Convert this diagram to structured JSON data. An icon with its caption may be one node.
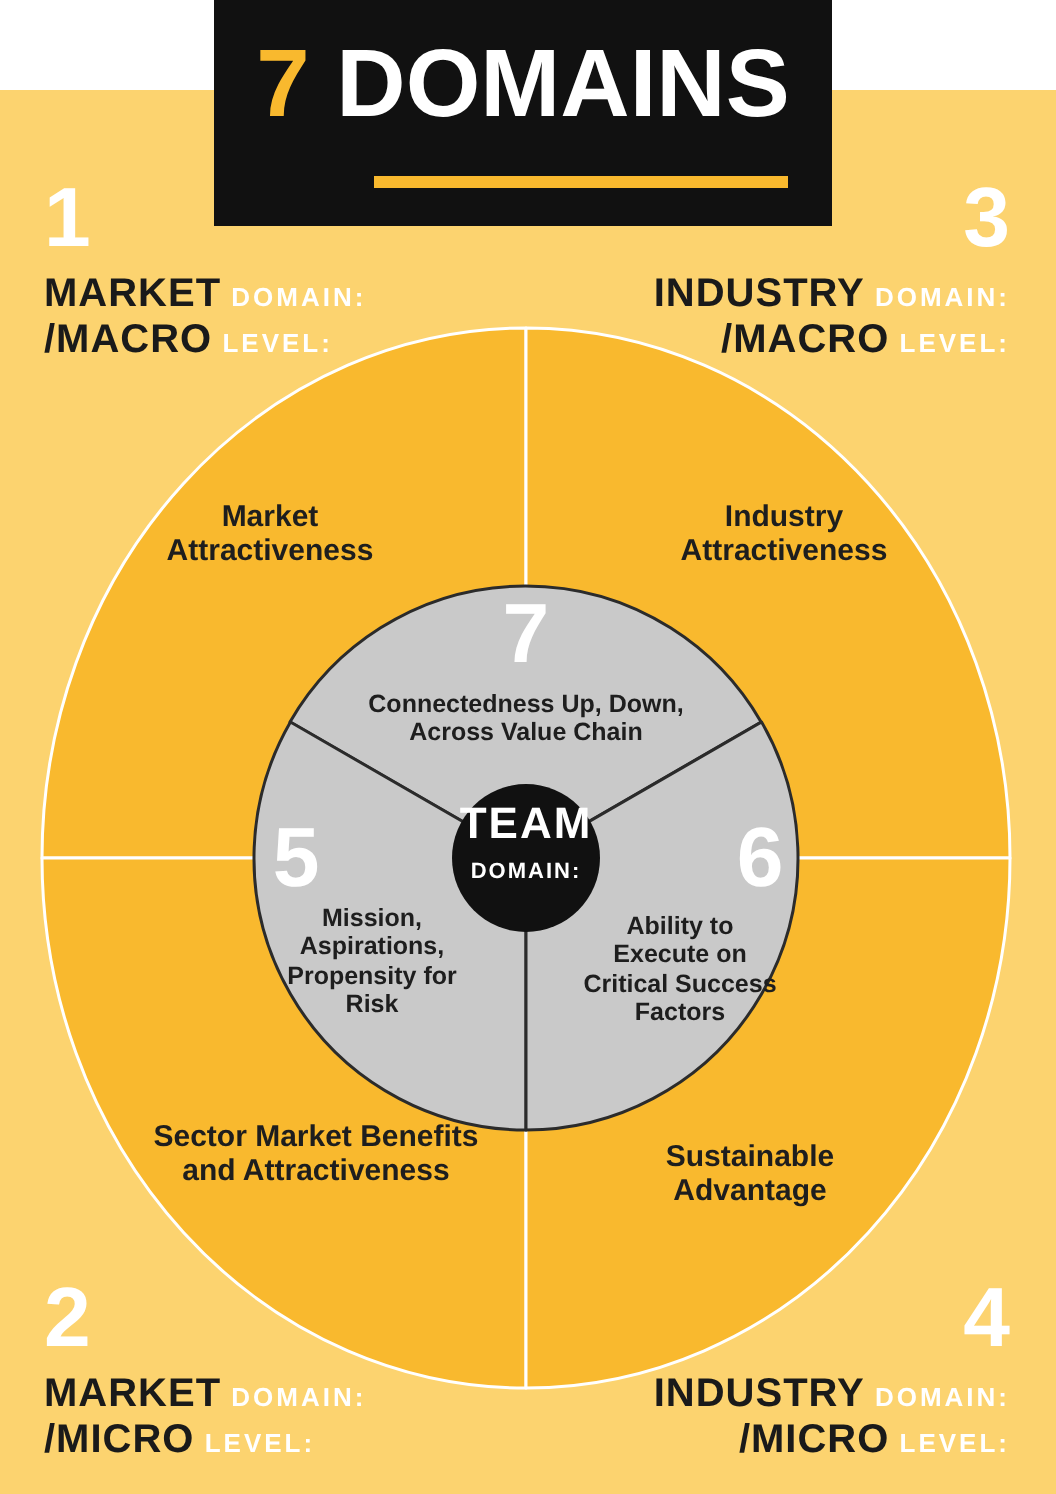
{
  "diagram": {
    "title": "7 DOMAINS",
    "nodes": [
      {
        "text": [
          "Market Attractiveness"
        ]
      },
      {
        "text": [
          "Industry Attractiveness"
        ]
      },
      {
        "text": [
          "Sector Market Benefits and Attractiveness"
        ]
      },
      {
        "text": [
          "Sustainable Advantage"
        ]
      },
      {
        "text": [
          "7",
          "Connectedness Up, Down, Across Value Chain"
        ]
      },
      {
        "text": [
          "5",
          "Mission, Aspirations, Propensity for Risk"
        ]
      },
      {
        "text": [
          "6",
          "Ability to Execute on Critical Success Factors"
        ]
      },
      {
        "text": [
          "TEAM",
          "DOMAIN:"
        ]
      }
    ],
    "labels": [
      "1",
      "**MARKET** DOMAIN:",
      "**/MACRO** LEVEL:",
      "3",
      "**INDUSTRY** DOMAIN:",
      "**/MACRO** LEVEL:",
      "2",
      "**MARKET** DOMAIN:",
      "**/MICRO** LEVEL:",
      "4",
      "**INDUSTRY** DOMAIN:",
      "**/MICRO** LEVEL:"
    ]
  }
}
